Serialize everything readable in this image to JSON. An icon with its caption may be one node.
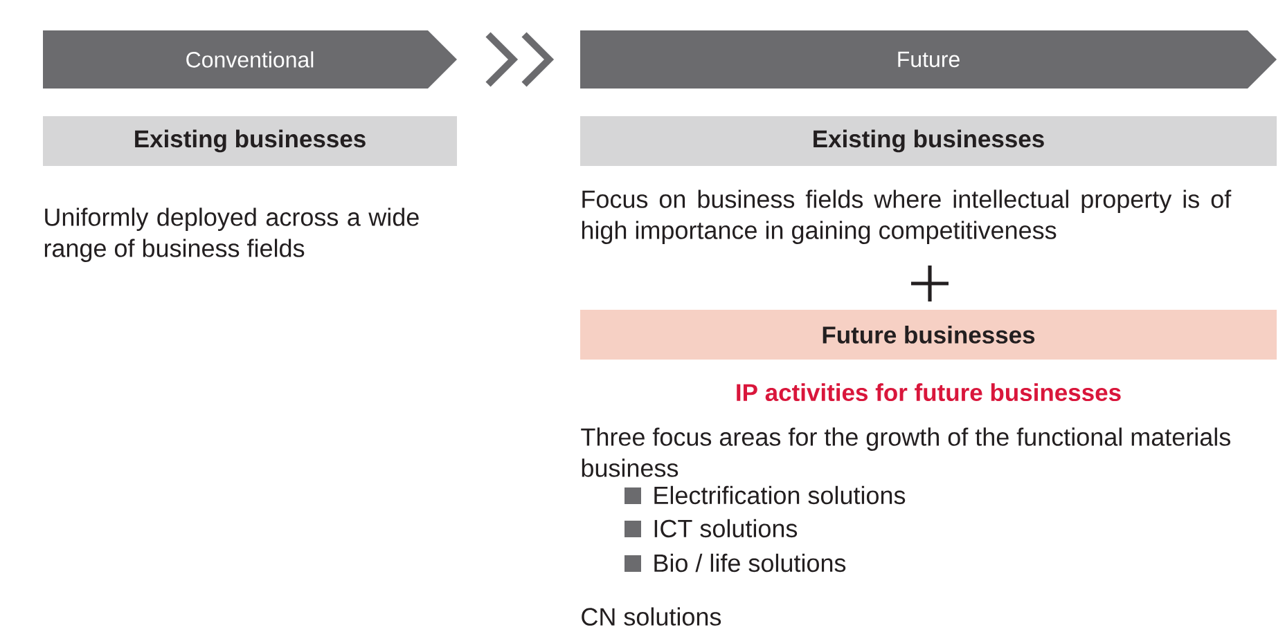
{
  "diagram": {
    "nodes": [
      {
        "text": [
          "Conventional"
        ]
      },
      {
        "text": [
          "Future"
        ]
      },
      {
        "text": [
          "Existing businesses"
        ]
      },
      {
        "text": [
          "Existing businesses"
        ]
      },
      {
        "text": [
          "Future businesses"
        ]
      }
    ],
    "edges": [
      {
        "from": 0,
        "to": 1,
        "arrow": "to"
      }
    ],
    "labels": [
      "Uniformly deployed across a wide range of business fields",
      "Focus on business fields where intellectual property is of high importance in gaining competitiveness",
      "IP activities for future businesses",
      "Three focus areas for the growth of the functional materials business",
      "Electrification solutions",
      "ICT solutions",
      "Bio / life solutions",
      "CN solutions"
    ]
  }
}
